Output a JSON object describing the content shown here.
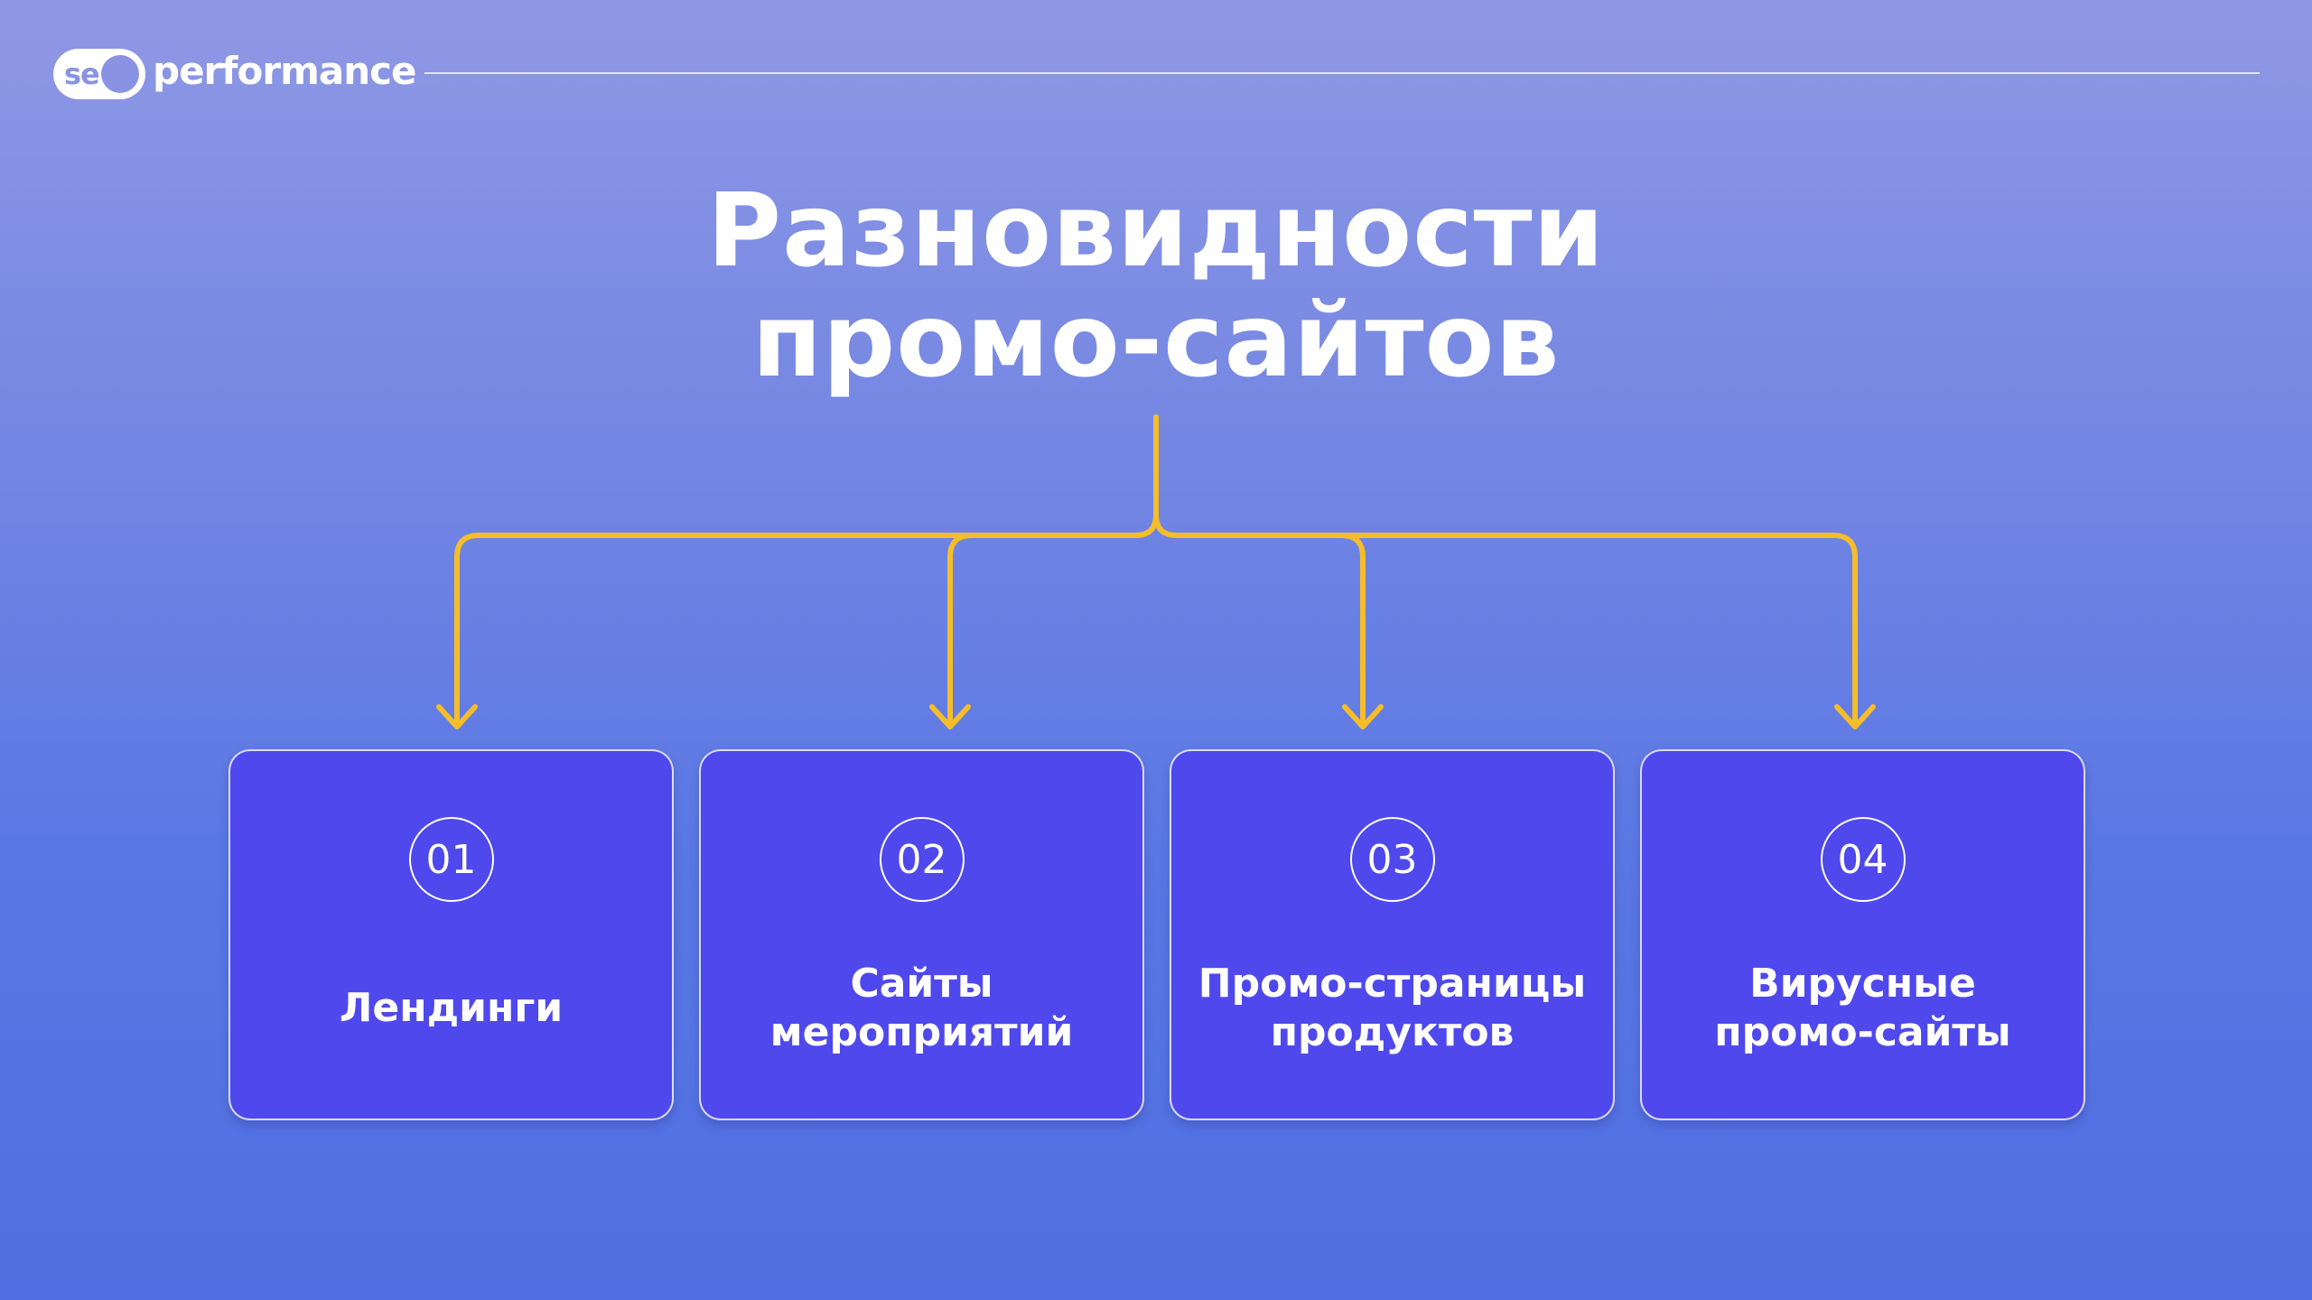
{
  "brand": {
    "logo_badge": "se",
    "logo_word": "performance"
  },
  "title": {
    "line1": "Разновидности",
    "line2": "промо-сайтов"
  },
  "colors": {
    "accent": "#f5bd2a",
    "card": "#4f48ec",
    "bg_top": "#8f98e4",
    "bg_bottom": "#4f6fe2"
  },
  "cards": [
    {
      "number": "01",
      "label": "Лендинги"
    },
    {
      "number": "02",
      "label": "Сайты мероприятий"
    },
    {
      "number": "03",
      "label": "Промо-страницы продуктов"
    },
    {
      "number": "04",
      "label": "Вирусные промо-сайты"
    }
  ]
}
